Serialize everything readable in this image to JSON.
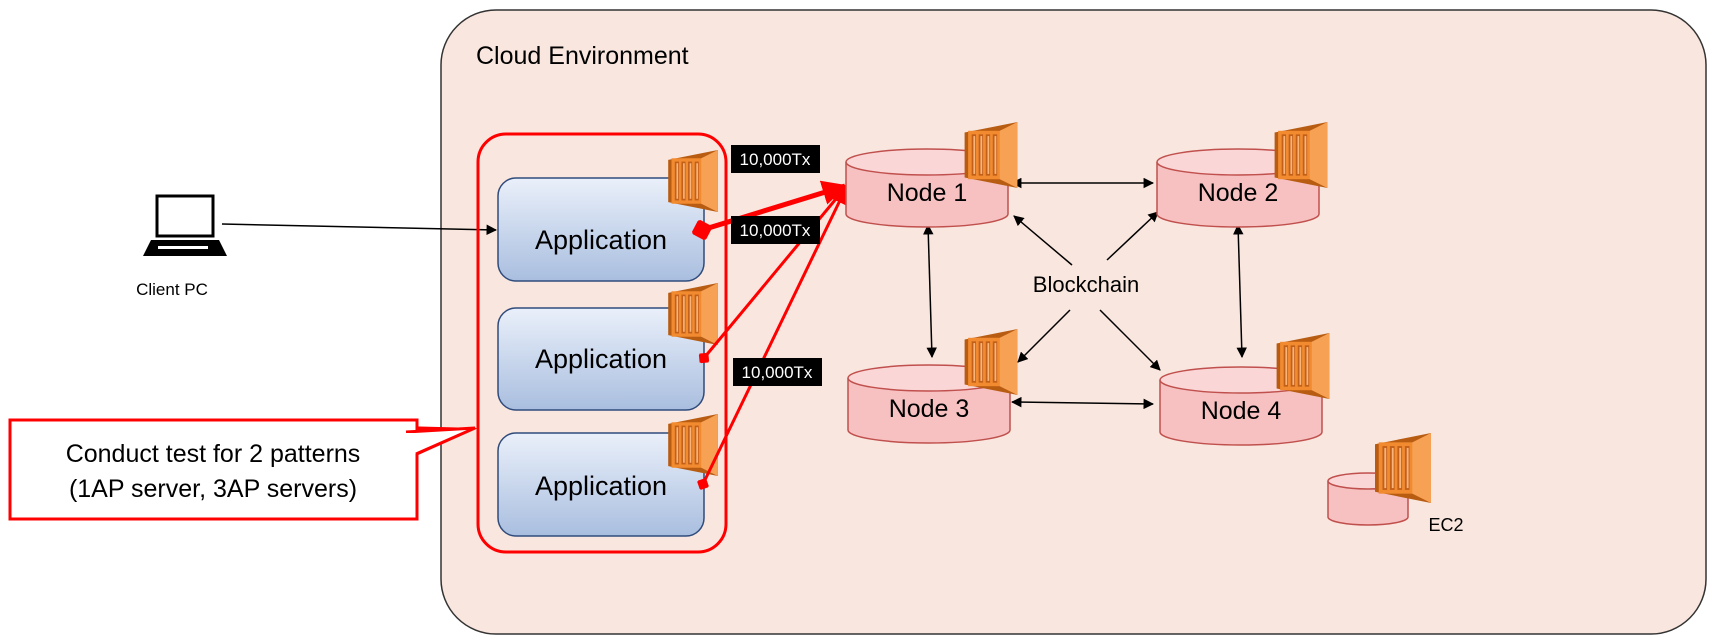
{
  "cloud": {
    "label": "Cloud Environment"
  },
  "client": {
    "label": "Client PC"
  },
  "applications": [
    "Application",
    "Application",
    "Application"
  ],
  "tx_badges": [
    "10,000Tx",
    "10,000Tx",
    "10,000Tx"
  ],
  "nodes": [
    "Node 1",
    "Node 2",
    "Node 3",
    "Node 4"
  ],
  "blockchain_label": "Blockchain",
  "callout": {
    "line1": "Conduct test for 2 patterns",
    "line2": "(1AP server, 3AP servers)"
  },
  "legend": {
    "label": "EC2"
  },
  "colors": {
    "cloud_fill": "#f9e6de",
    "app_fill_top": "#eaf0fa",
    "app_fill_bottom": "#a9bedf",
    "app_stroke": "#2f4b7c",
    "node_fill": "#f7c1c1",
    "node_stroke": "#c0504d",
    "ec2_orange": "#f28b30",
    "ec2_dark": "#b85c12",
    "highlight_red": "#ff0000"
  },
  "icons": {
    "ec2": "ec2-instance-icon",
    "laptop": "laptop-icon",
    "cylinder": "database-cylinder-icon"
  }
}
